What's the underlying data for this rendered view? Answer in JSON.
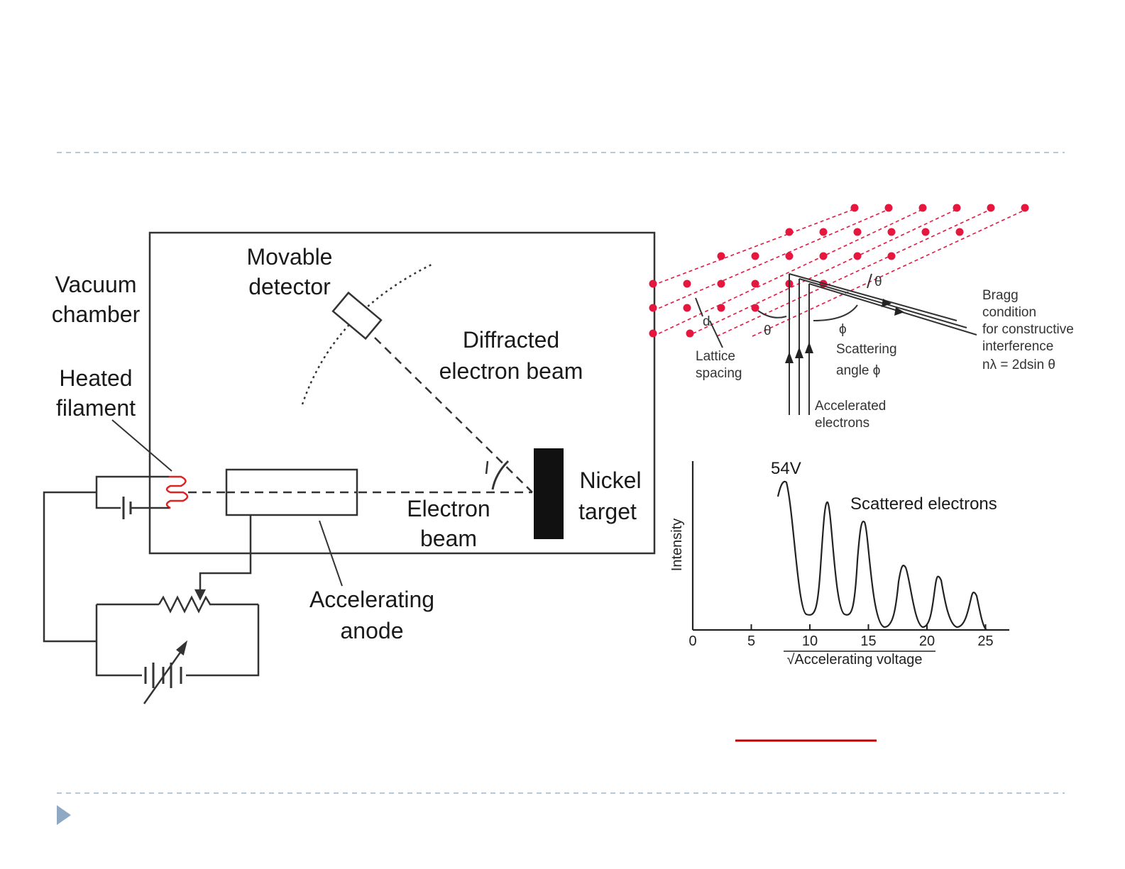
{
  "slide": {
    "divider_color": "#9fb6cc",
    "bullet_color": "#8fa9c4",
    "dot_color": "#e5173f",
    "underline_color": "#c00000",
    "bullet_icon": "triangle-bullet-icon"
  },
  "apparatus": {
    "vacuum_chamber_line1": "Vacuum",
    "vacuum_chamber_line2": "chamber",
    "detector_line1": "Movable",
    "detector_line2": "detector",
    "diffracted_line1": "Diffracted",
    "diffracted_line2": "electron beam",
    "filament_line1": "Heated",
    "filament_line2": "filament",
    "target_line1": "Nickel",
    "target_line2": "target",
    "beam_line1": "Electron",
    "beam_line2": "beam",
    "anode_line1": "Accelerating",
    "anode_line2": "anode"
  },
  "bragg": {
    "theta_symbol": "θ",
    "phi_symbol": "ϕ",
    "d_symbol": "d",
    "lattice_line1": "Lattice",
    "lattice_line2": "spacing",
    "scatter_line1": "Scattering",
    "scatter_line2": "angle  ϕ",
    "accel_line1": "Accelerated",
    "accel_line2": "electrons",
    "condition_line1": "Bragg",
    "condition_line2": "condition",
    "condition_line3": "for constructive",
    "condition_line4": "interference",
    "equation": "nλ = 2dsin θ"
  },
  "plot": {
    "ylabel": "Intensity",
    "xlabel": "√Accelerating voltage",
    "peak_label": "54V",
    "curve_label": "Scattered electrons",
    "xticks": [
      "0",
      "5",
      "10",
      "15",
      "20",
      "25"
    ]
  }
}
